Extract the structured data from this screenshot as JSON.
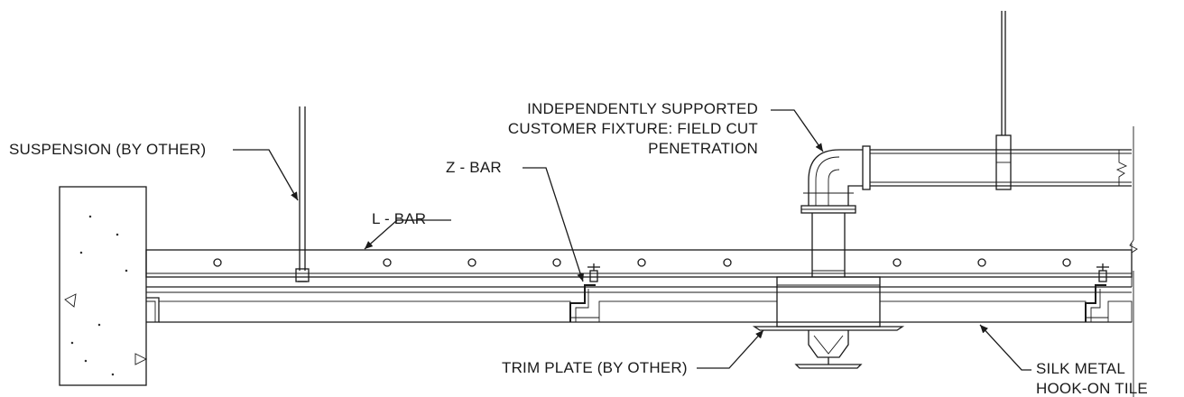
{
  "labels": {
    "suspension": "SUSPENSION (BY OTHER)",
    "l_bar": "L - BAR",
    "z_bar": "Z - BAR",
    "fixture_line1": "INDEPENDENTLY SUPPORTED",
    "fixture_line2": "CUSTOMER FIXTURE: FIELD CUT",
    "fixture_line3": "PENETRATION",
    "trim_plate": "TRIM PLATE (BY OTHER)",
    "tile_line1": "SILK METAL",
    "tile_line2": "HOOK-ON TILE"
  },
  "colors": {
    "line": "#1a1a1a",
    "background": "#ffffff",
    "hatch": "#9a9a9a"
  }
}
